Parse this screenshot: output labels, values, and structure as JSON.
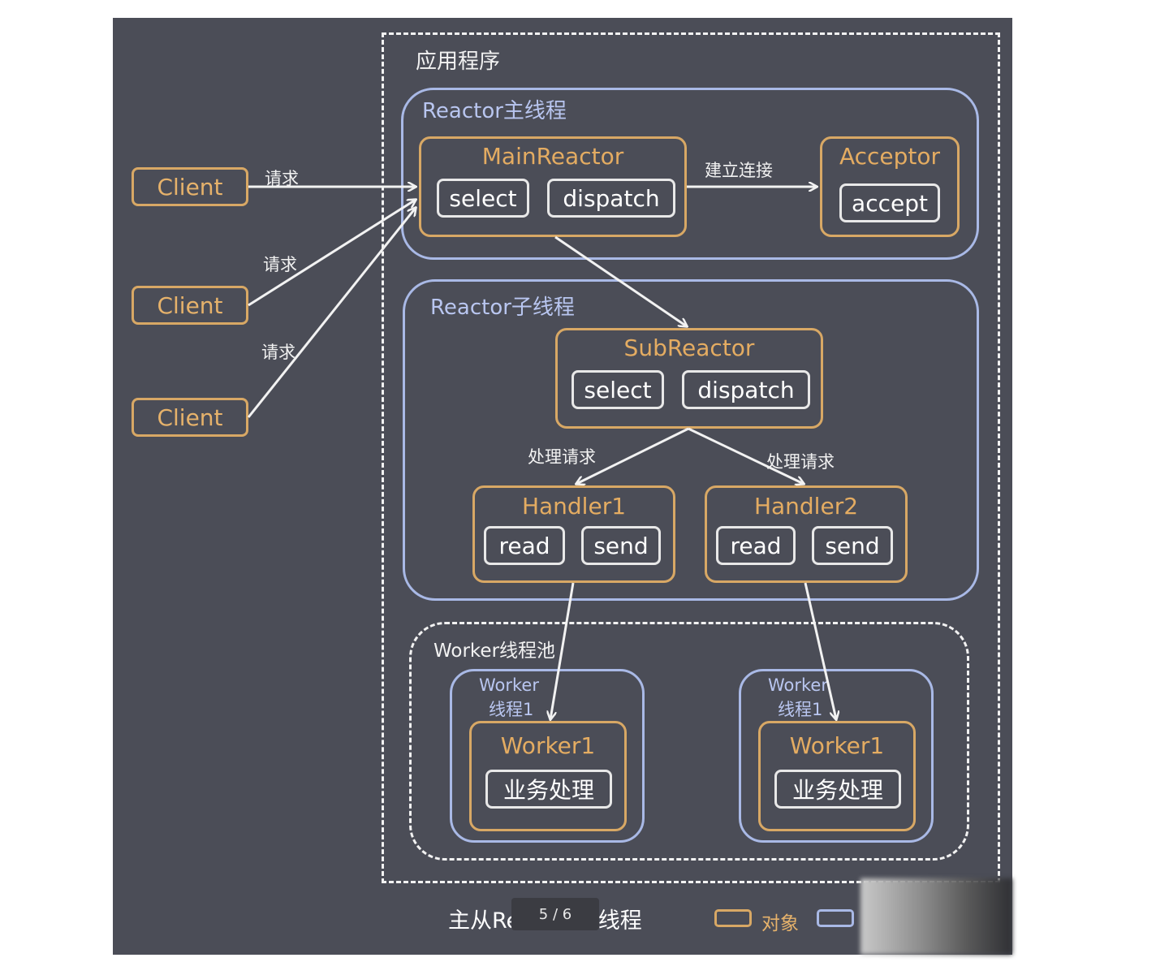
{
  "app_area": {
    "label": "应用程序"
  },
  "main_thread": {
    "label": "Reactor主线程"
  },
  "main_reactor": {
    "title": "MainReactor",
    "btn1": "select",
    "btn2": "dispatch"
  },
  "acceptor": {
    "title": "Acceptor",
    "btn": "accept"
  },
  "connect_label": "建立连接",
  "clients": [
    {
      "label": "Client",
      "req": "请求"
    },
    {
      "label": "Client",
      "req": "请求"
    },
    {
      "label": "Client",
      "req": "请求"
    }
  ],
  "sub_thread": {
    "label": "Reactor子线程"
  },
  "sub_reactor": {
    "title": "SubReactor",
    "btn1": "select",
    "btn2": "dispatch"
  },
  "handle_labels": [
    "处理请求",
    "处理请求"
  ],
  "handlers": [
    {
      "title": "Handler1",
      "read": "read",
      "send": "send"
    },
    {
      "title": "Handler2",
      "read": "read",
      "send": "send"
    }
  ],
  "worker_pool": {
    "label": "Worker线程池"
  },
  "worker_threads": [
    {
      "line1": "Worker",
      "line2": "线程1",
      "title": "Worker1",
      "task": "业务处理"
    },
    {
      "line1": "Worker",
      "line2": "线程1",
      "title": "Worker1",
      "task": "业务处理"
    }
  ],
  "footer": {
    "caption": "主从Reactor多线程",
    "page_indicator": "5 / 6",
    "legend_object": "对象",
    "legend_thread": "线程"
  },
  "colors": {
    "background": "#4b4d57",
    "object": "#d8a865",
    "thread": "#a9b9e6",
    "line": "#f2f2f2"
  }
}
